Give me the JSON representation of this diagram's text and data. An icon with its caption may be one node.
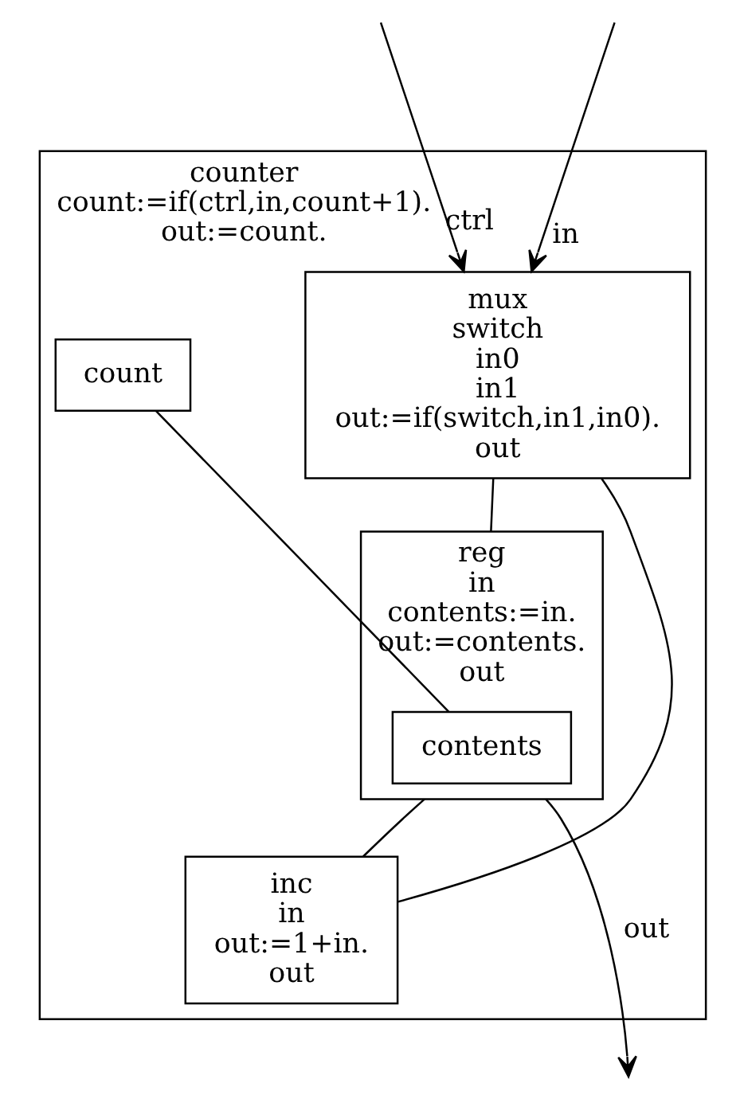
{
  "diagram": {
    "nodes": [
      {
        "text": [
          "counter",
          "count:=if(ctrl,in,count+1).",
          "out:=count."
        ]
      },
      {
        "text": [
          "mux",
          "switch",
          "in0",
          "in1",
          "out:=if(switch,in1,in0).",
          "out"
        ],
        "in": 0
      },
      {
        "text": [
          "reg",
          "in",
          "contents:=in.",
          "out:=contents.",
          "out"
        ],
        "in": 0
      },
      {
        "text": [
          "contents"
        ],
        "in": 2
      },
      {
        "text": [
          "count"
        ],
        "in": 0
      },
      {
        "text": [
          "inc",
          "in",
          "out:=1+in.",
          "out"
        ],
        "in": 0
      }
    ],
    "edges": [
      {
        "from": null,
        "to": 1,
        "arrow": "to",
        "label": "ctrl"
      },
      {
        "from": null,
        "to": 1,
        "arrow": "to",
        "label": "in"
      },
      {
        "from": 1,
        "to": 2,
        "arrow": "none"
      },
      {
        "from": 2,
        "to": 5,
        "arrow": "none"
      },
      {
        "from": 5,
        "to": 1,
        "arrow": "none"
      },
      {
        "from": 2,
        "to": null,
        "arrow": "to",
        "label": "out"
      },
      {
        "from": 4,
        "to": 3,
        "arrow": "none"
      }
    ]
  }
}
